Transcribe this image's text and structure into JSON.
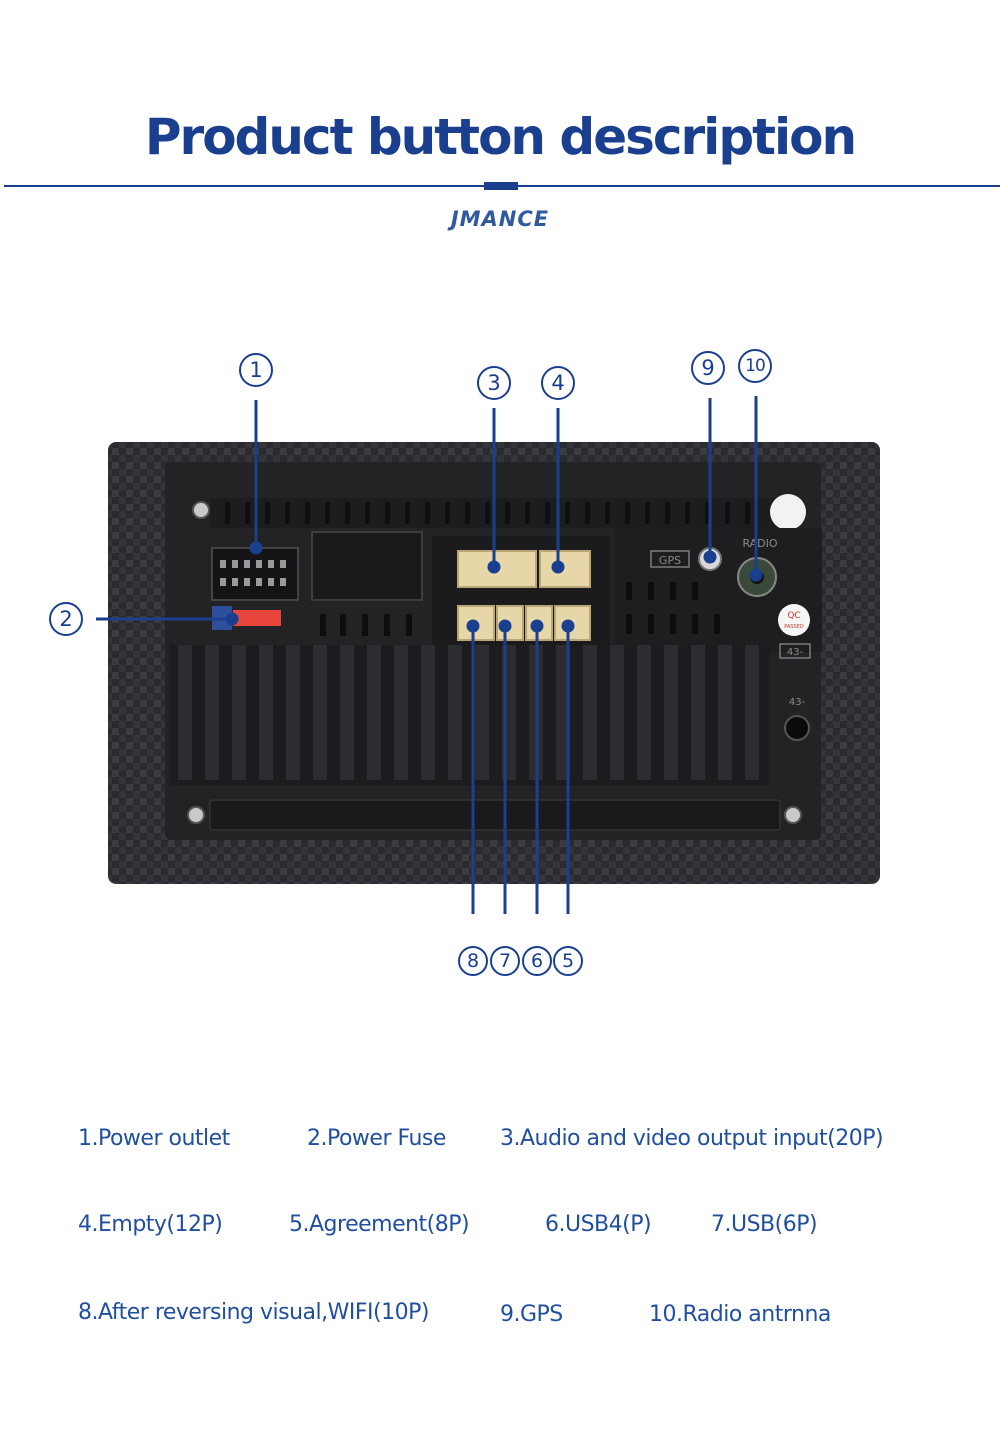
{
  "header": {
    "title": "Product button description",
    "brand": "JMANCE"
  },
  "device": {
    "panel_labels": {
      "gps": "GPS",
      "radio": "RADIO",
      "qc": "QC",
      "sticker": "PASSED",
      "code1": "43-",
      "code2": "43-"
    }
  },
  "callouts": [
    "1",
    "2",
    "3",
    "4",
    "5",
    "6",
    "7",
    "8",
    "9",
    "10"
  ],
  "legend": [
    "1.Power outlet",
    "2.Power Fuse",
    "3.Audio and video output input(20P)",
    "4.Empty(12P)",
    "5.Agreement(8P)",
    "6.USB4(P)",
    "7.USB(6P)",
    "8.After reversing visual,WIFI(10P)",
    "9.GPS",
    "10.Radio antrnna"
  ],
  "colors": {
    "accent": "#1b3f8f",
    "legend_text": "#1f4f9e",
    "connector": "#e7d6a8",
    "fuse": "#e8453c",
    "body": "#2a2a2d"
  }
}
